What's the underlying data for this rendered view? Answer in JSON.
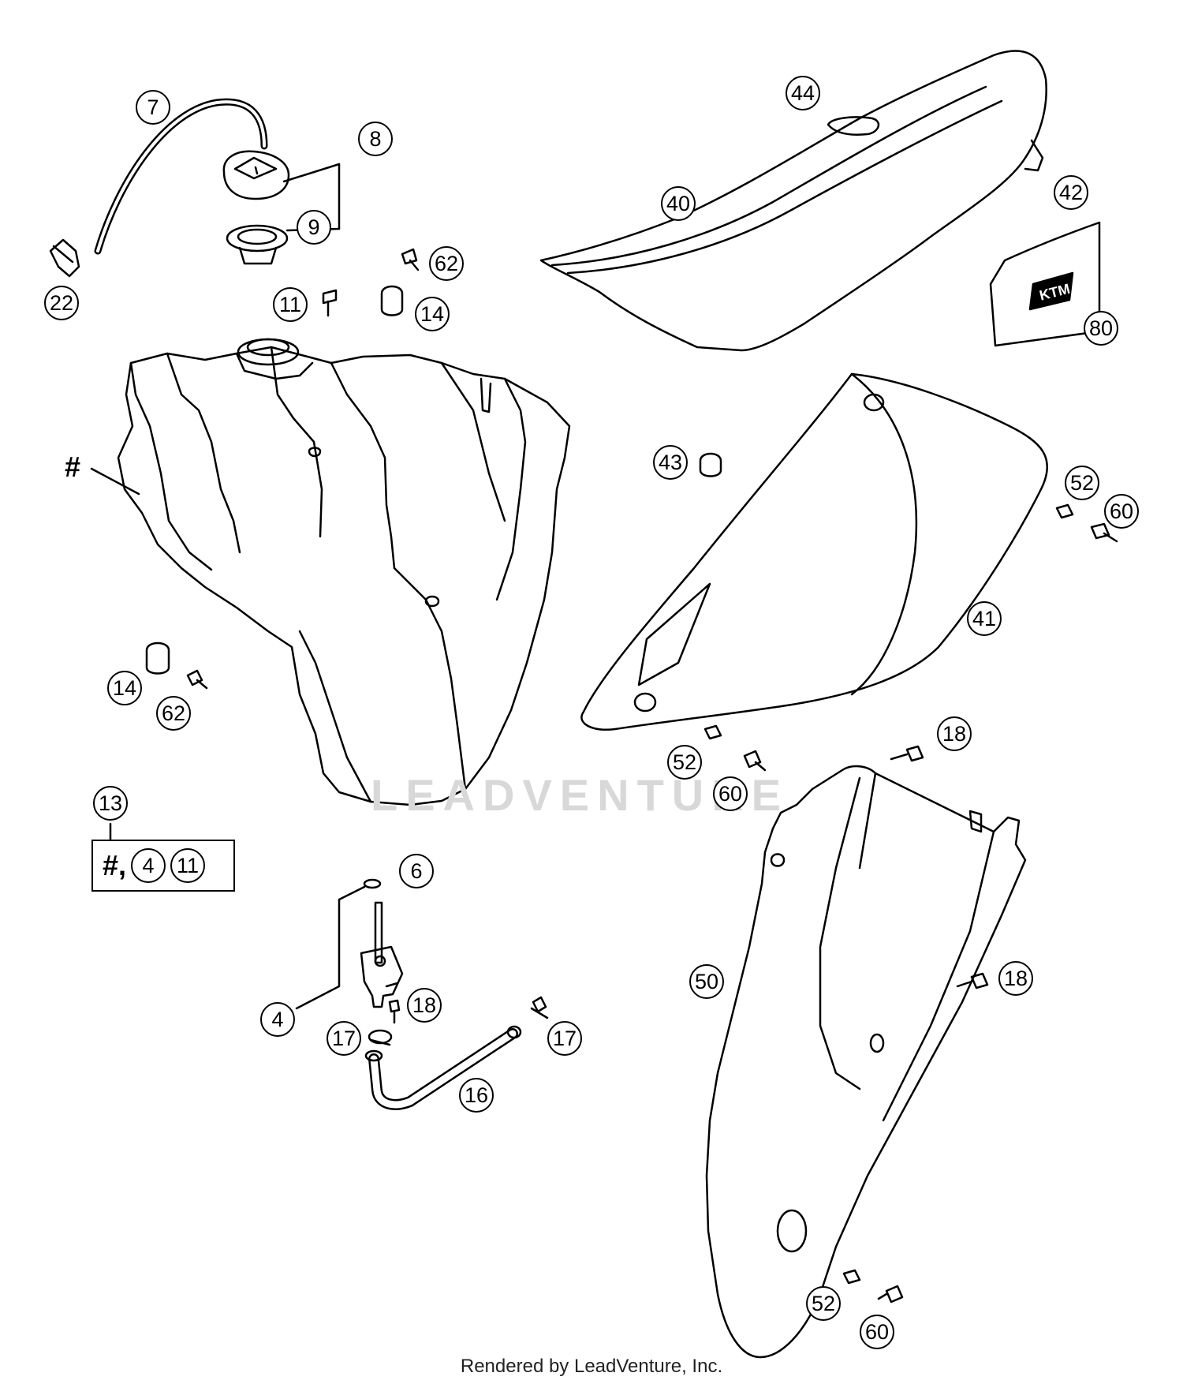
{
  "callouts": {
    "c7": "7",
    "c8": "8",
    "c9": "9",
    "c22": "22",
    "c11": "11",
    "c62a": "62",
    "c14a": "14",
    "c44": "44",
    "c40": "40",
    "c42": "42",
    "c80": "80",
    "c43": "43",
    "c52a": "52",
    "c60a": "60",
    "c41": "41",
    "c14b": "14",
    "c62b": "62",
    "c52b": "52",
    "c60b": "60",
    "c18a": "18",
    "c13": "13",
    "c6": "6",
    "c4": "4",
    "c18b": "18",
    "c17a": "17",
    "c17b": "17",
    "c16": "16",
    "c50": "50",
    "c18c": "18",
    "c52c": "52",
    "c60c": "60"
  },
  "tank_marker": "#",
  "kit_box": {
    "hash": "#,",
    "item_a": "4",
    "item_b": "11"
  },
  "logo_text": "KTM",
  "watermark": "LEADVENTURE",
  "footer": "Rendered by LeadVenture, Inc.",
  "colors": {
    "ink": "#000000",
    "paper": "#ffffff",
    "watermark": "#d8d8d8"
  }
}
